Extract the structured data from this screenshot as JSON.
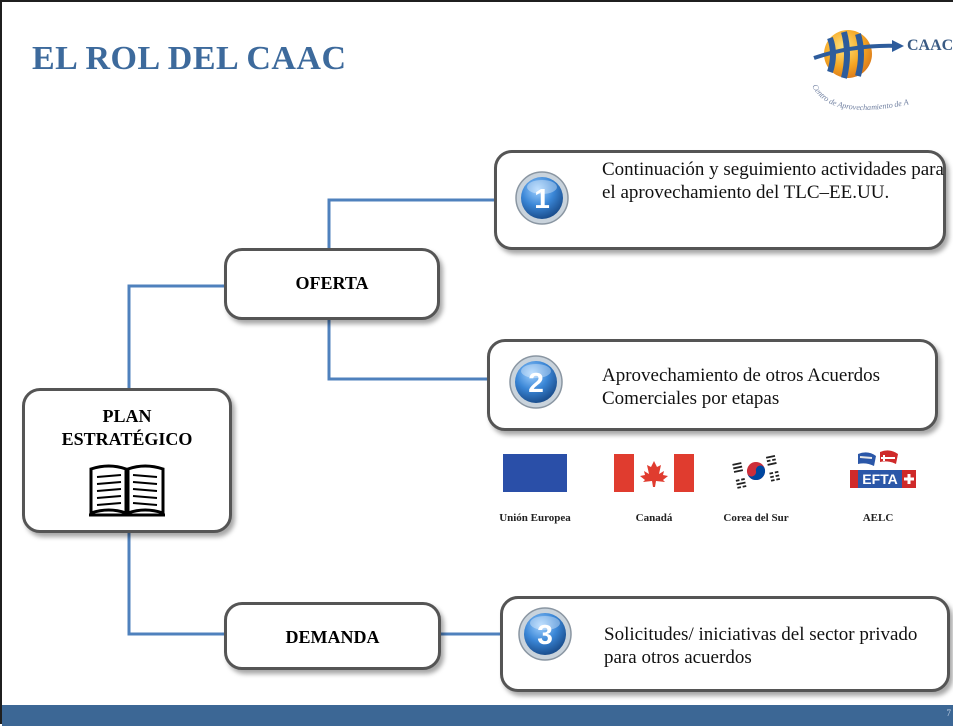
{
  "slide": {
    "title": "EL ROL DEL CAAC",
    "logo": {
      "name": "CAAC",
      "arc_text": "Centro de Aprovechamiento de Acuerdos Comerciales"
    },
    "page_number": "7"
  },
  "diagram": {
    "root": {
      "line1": "PLAN",
      "line2": "ESTRATÉGICO",
      "icon": "book-icon"
    },
    "branches": {
      "offer": "OFERTA",
      "demand": "DEMANDA"
    },
    "items": [
      {
        "number": "1",
        "text": "Continuación y seguimiento actividades para el aprovechamiento del TLC–EE.UU."
      },
      {
        "number": "2",
        "text": "Aprovechamiento de otros Acuerdos Comerciales por etapas"
      },
      {
        "number": "3",
        "text": "Solicitudes/ iniciativas del sector privado para otros acuerdos"
      }
    ],
    "partners": [
      {
        "label": "Unión Europea",
        "icon": "eu-flag-icon"
      },
      {
        "label": "Canadá",
        "icon": "canada-flag-icon"
      },
      {
        "label": "Corea del Sur",
        "icon": "korea-flag-icon"
      },
      {
        "label": "AELC",
        "icon": "efta-logo-icon",
        "logo_text": "EFTA"
      }
    ]
  },
  "colors": {
    "title": "#3d6a9c",
    "connector": "#4f81bd",
    "footer": "#3c6795",
    "box_border": "#555555"
  }
}
